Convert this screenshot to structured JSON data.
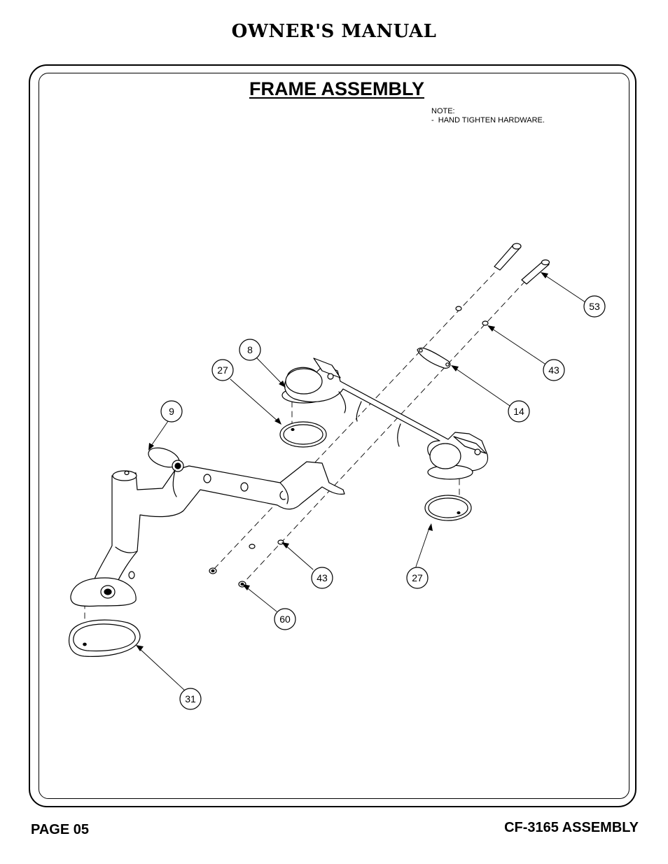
{
  "header": {
    "title": "OWNER'S MANUAL"
  },
  "section": {
    "title": "FRAME ASSEMBLY"
  },
  "note": {
    "heading": "NOTE:",
    "line1": "-  HAND TIGHTEN HARDWARE."
  },
  "callouts": [
    {
      "id": "c53",
      "label": "53"
    },
    {
      "id": "c43a",
      "label": "43"
    },
    {
      "id": "c14",
      "label": "14"
    },
    {
      "id": "c8",
      "label": "8"
    },
    {
      "id": "c27a",
      "label": "27"
    },
    {
      "id": "c9",
      "label": "9"
    },
    {
      "id": "c43b",
      "label": "43"
    },
    {
      "id": "c27b",
      "label": "27"
    },
    {
      "id": "c60",
      "label": "60"
    },
    {
      "id": "c31",
      "label": "31"
    }
  ],
  "footer": {
    "page": "PAGE 05",
    "model": "CF-3165 ASSEMBLY"
  }
}
